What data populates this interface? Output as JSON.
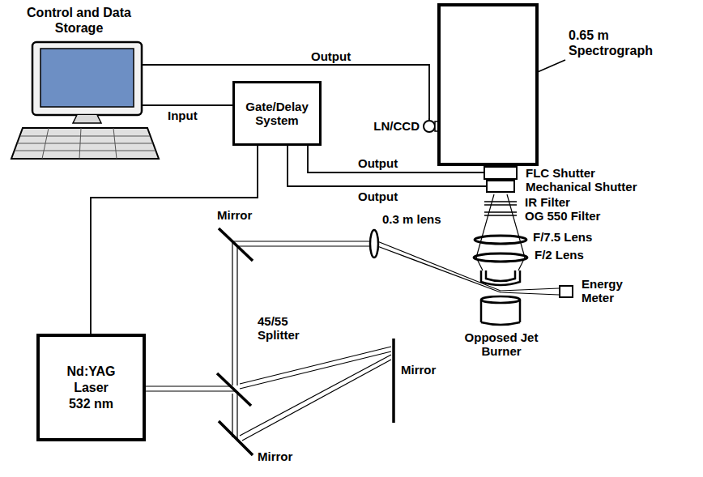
{
  "diagram": {
    "nodes": [
      {
        "text": [
          "Control and Data Storage"
        ]
      },
      {
        "text": [
          "Gate/Delay System"
        ]
      },
      {
        "text": [
          "0.65 m Spectrograph"
        ]
      },
      {
        "text": [
          "LN/CCD"
        ]
      },
      {
        "text": [
          "FLC Shutter"
        ]
      },
      {
        "text": [
          "Mechanical Shutter"
        ]
      },
      {
        "text": [
          "Nd:YAG Laser 532 nm"
        ]
      },
      {
        "text": [
          "Energy Meter"
        ]
      },
      {
        "text": [
          "Opposed Jet Burner"
        ]
      }
    ],
    "edges": [
      {
        "from": 0,
        "to": 3,
        "arrow": "none",
        "label": "Output"
      },
      {
        "from": 0,
        "to": 1,
        "arrow": "none",
        "label": "Input"
      },
      {
        "from": 1,
        "to": 4,
        "arrow": "none",
        "label": "Output"
      },
      {
        "from": 1,
        "to": 5,
        "arrow": "none",
        "label": "Output"
      },
      {
        "from": 1,
        "to": 6,
        "arrow": "none"
      }
    ],
    "labels": [
      "Mirror",
      "45/55 Splitter",
      "Mirror",
      "Mirror",
      "0.3 m lens",
      "IR Filter",
      "OG 550 Filter",
      "F/7.5 Lens",
      "F/2 Lens"
    ]
  }
}
